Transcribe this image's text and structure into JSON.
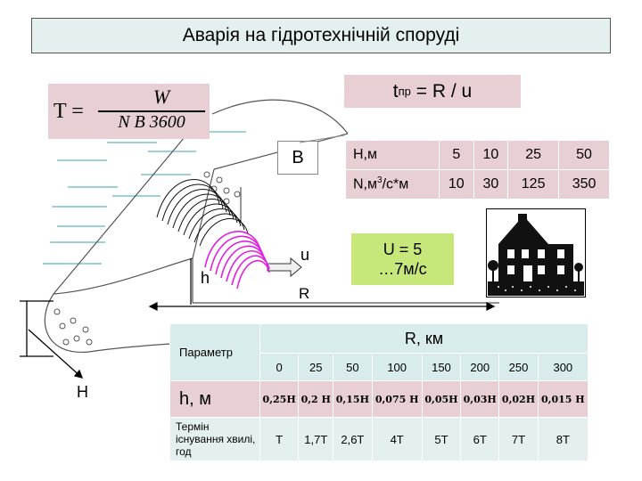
{
  "title": "Аварія на гідротехнічній споруді",
  "formula": {
    "lhs": "T =",
    "numerator": "W",
    "denominator": "N B 3600"
  },
  "tpr_formula": {
    "t": "t",
    "sub": "пр",
    "rest": " = R / u"
  },
  "labels": {
    "B": "B",
    "u": "u",
    "h": "h",
    "R": "R",
    "H": "H"
  },
  "hn_table": {
    "row1_label": "Н,м",
    "row2_label_pre": "N,м",
    "row2_sup": "3",
    "row2_label_post": "/с*м",
    "h_values": [
      "5",
      "10",
      "25",
      "50"
    ],
    "n_values": [
      "10",
      "30",
      "125",
      "350"
    ]
  },
  "u_box": {
    "line1": "U = 5",
    "line2": "…7м/с"
  },
  "param_table": {
    "header_label": "Параметр",
    "r_header": "R, км",
    "r_values": [
      "0",
      "25",
      "50",
      "100",
      "150",
      "200",
      "250",
      "300"
    ],
    "h_label": "h, м",
    "h_values": [
      "0,25Н",
      "0,2 Н",
      "0,15Н",
      "0,075 Н",
      "0,05Н",
      "0,03Н",
      "0,02Н",
      "0,015 Н"
    ],
    "t_label": "Термін існування хвилі, год",
    "t_values": [
      "Т",
      "1,7Т",
      "2,6Т",
      "4Т",
      "5Т",
      "6Т",
      "7Т",
      "8Т"
    ]
  },
  "icons": [
    "dam-illustration",
    "wave-icon",
    "house-icon"
  ],
  "colors": {
    "pink": "#e8cfd4",
    "light_teal": "#e4f0ef",
    "green": "#c6e87a",
    "magenta": "#e020e0"
  }
}
